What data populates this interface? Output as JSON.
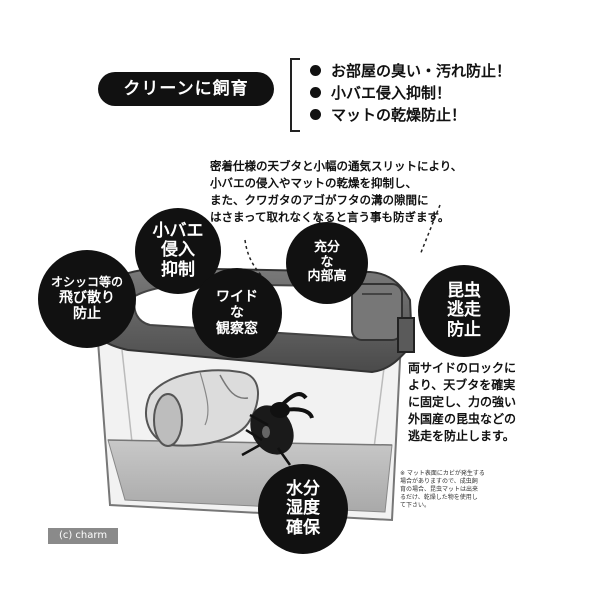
{
  "title_badge": "クリーンに飼育",
  "features": [
    "お部屋の臭い・汚れ防止！",
    "小バエ侵入抑制！",
    "マットの乾燥防止！"
  ],
  "description_lines": [
    "密着仕様の天ブタと小幅の通気スリットにより、",
    "小バエの侵入やマットの乾燥を抑制し、",
    "また、クワガタのアゴがフタの溝の隙間に",
    "はさまって取れなくなると言う事も防ぎます。"
  ],
  "circles": {
    "oshikko": [
      "オシッコ等の",
      "飛び散り",
      "防止"
    ],
    "kobae": [
      "小バエ",
      "侵入",
      "抑制"
    ],
    "wide": [
      "ワイド",
      "な",
      "観察窓"
    ],
    "juubun": [
      "充分",
      "な",
      "内部高"
    ],
    "konchu": [
      "昆虫",
      "逃走",
      "防止"
    ],
    "suibun": [
      "水分",
      "湿度",
      "確保"
    ]
  },
  "side_text_lines": [
    "両サイドのロックに",
    "より、天ブタを確実",
    "に固定し、力の強い",
    "外国産の昆虫などの",
    "逃走を防止します。"
  ],
  "note_lines": [
    "※ マット表面にカビが発生する",
    "場合がありますので、成虫飼",
    "育の場合、昆虫マットは出来",
    "るだけ、乾燥した物を使用し",
    "て下さい。"
  ],
  "copyright": "(c) charm"
}
